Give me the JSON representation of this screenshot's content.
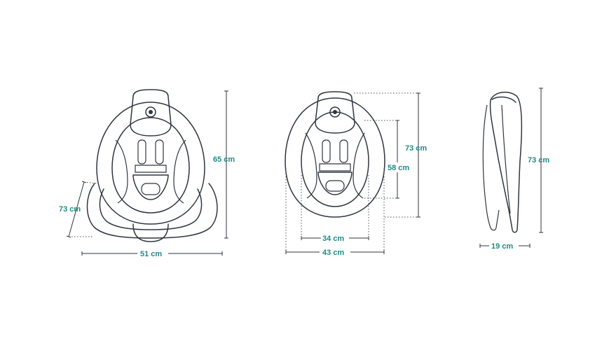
{
  "colors": {
    "line": "#2f3640",
    "label": "#1f8a84",
    "background": "#ffffff"
  },
  "front_view": {
    "height_label": "65 cm",
    "base_depth_label": "73 cm",
    "width_label": "51 cm"
  },
  "reclined_view": {
    "total_height_label": "73 cm",
    "back_height_label": "58 cm",
    "inner_width_label": "34 cm",
    "outer_width_label": "43 cm"
  },
  "side_view": {
    "height_label": "73 cm",
    "depth_label": "19 cm"
  }
}
